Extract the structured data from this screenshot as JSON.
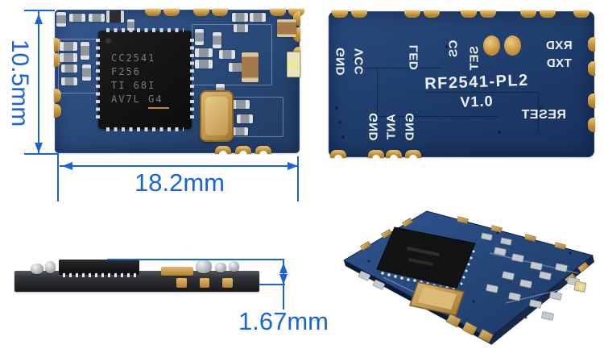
{
  "image_type": "product photo collage of a Bluetooth PCB module, four views with dimension callouts",
  "colors": {
    "background": "#ffffff",
    "dimension_blue": "#1a63d8",
    "pcb_blue_top_view": "#2a4b7c",
    "pcb_blue_bottom_view": "#1e3a6b",
    "pad_gold": "#c2923c",
    "chip_black": "#141414",
    "silkscreen_white": "#eef1f5"
  },
  "top_view": {
    "height_dim_label": "10.5mm",
    "width_dim_label": "18.2mm",
    "chip_marking": [
      "CC2541",
      "F256",
      "TI 68I",
      "AV7L G4"
    ]
  },
  "bottom_view": {
    "module_name": "RF2541-PL2",
    "version": "V1.0",
    "pins_top": [
      "GND",
      "VCC",
      "LED",
      "CS",
      "SET"
    ],
    "pins_right": [
      "RXD",
      "TXD"
    ],
    "pin_reset": "RESET",
    "pins_bottom": [
      "GND",
      "ANT",
      "GND"
    ]
  },
  "side_view": {
    "thickness_dim_label": "1.67mm"
  }
}
